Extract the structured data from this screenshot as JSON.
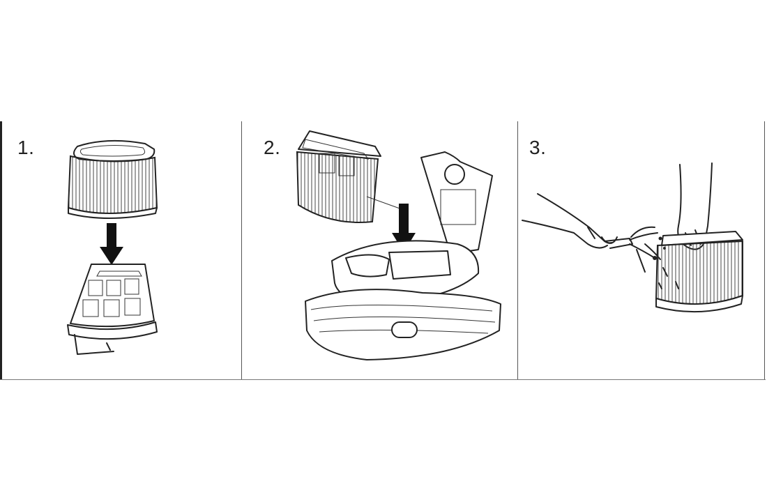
{
  "steps": [
    {
      "number": "1."
    },
    {
      "number": "2."
    },
    {
      "number": "3."
    }
  ],
  "colors": {
    "line": "#222222",
    "background": "#ffffff",
    "divider": "#555555"
  }
}
